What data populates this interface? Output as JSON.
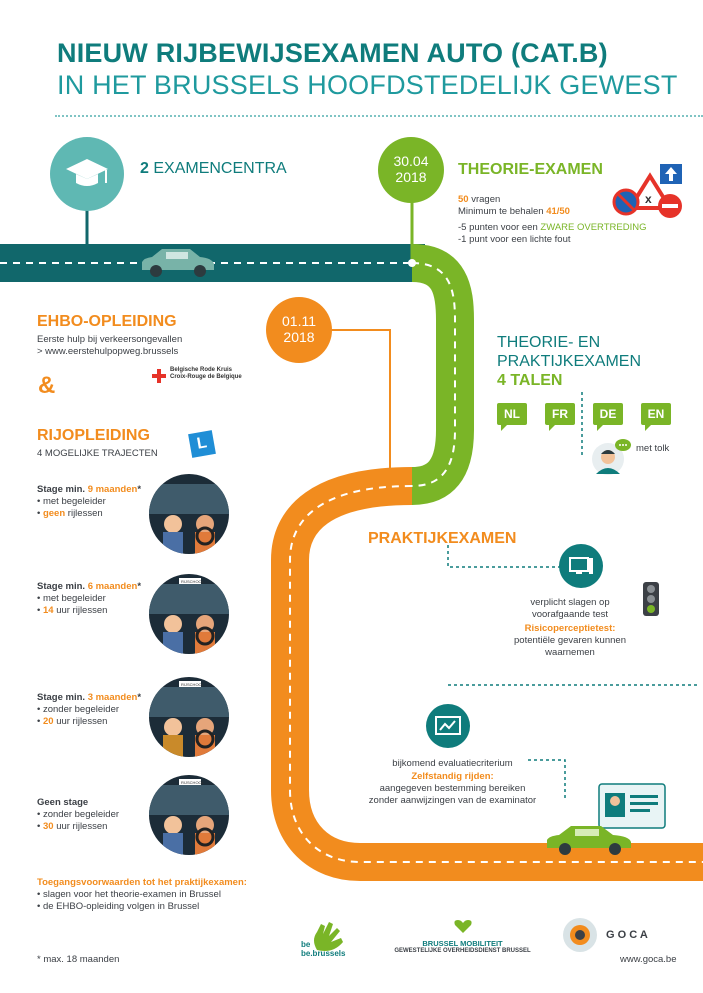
{
  "header": {
    "title": "NIEUW RIJBEWIJSEXAMEN AUTO (CAT.B)",
    "subtitle": "IN HET BRUSSELS HOOFDSTEDELIJK GEWEST"
  },
  "examcenters": {
    "count": "2",
    "label": "EXAMENCENTRA"
  },
  "theory": {
    "date": "30.04",
    "year": "2018",
    "title": "THEORIE-EXAMEN",
    "q_num": "50",
    "q_label": "vragen",
    "min_label": "Minimum te behalen",
    "min_val": "41/50",
    "pen1_pre": "-5 punten voor een",
    "pen1_hl": "ZWARE OVERTREDING",
    "pen2": "-1 punt voor een lichte fout"
  },
  "ehbo": {
    "date": "01.11",
    "year": "2018",
    "title": "EHBO-OPLEIDING",
    "line1": "Eerste hulp bij verkeersongevallen",
    "line2": "> www.eerstehulpopweg.brussels",
    "redcross1": "Belgische Rode Kruis",
    "redcross2": "Croix-Rouge de Belgique",
    "amp": "&"
  },
  "languages": {
    "title1": "THEORIE- EN",
    "title2": "PRAKTIJKEXAMEN",
    "title3": "4 TALEN",
    "items": [
      "NL",
      "FR",
      "DE",
      "EN"
    ],
    "tolk": "met tolk"
  },
  "rijopleiding": {
    "title": "RIJOPLEIDING",
    "sub": "4 MOGELIJKE TRAJECTEN",
    "l_badge": "L",
    "tracks": [
      {
        "a": "Stage min.",
        "b": "9 maanden",
        "c": "*",
        "l1": "• met begeleider",
        "l2_hl": "geen",
        "l2": "rijlessen"
      },
      {
        "a": "Stage min.",
        "b": "6 maanden",
        "c": "*",
        "l1": "• met begeleider",
        "l2_hl": "14",
        "l2": "uur rijlessen"
      },
      {
        "a": "Stage min.",
        "b": "3 maanden",
        "c": "*",
        "l1": "• zonder begeleider",
        "l2_hl": "20",
        "l2": "uur rijlessen"
      },
      {
        "a": "Geen stage",
        "b": "",
        "c": "",
        "l1": "• zonder begeleider",
        "l2_hl": "30",
        "l2": "uur rijlessen"
      }
    ],
    "rijschool": "RIJSCHOOL"
  },
  "praktijk": {
    "title": "PRAKTIJKEXAMEN",
    "t1": "verplicht slagen op",
    "t2": "voorafgaande test",
    "risk_title": "Risicoperceptietest:",
    "risk1": "potentiële gevaren kunnen",
    "risk2": "waarnemen",
    "crit": "bijkomend evaluatiecriterium",
    "self_title": "Zelfstandig rijden:",
    "self1": "aangegeven bestemming bereiken",
    "self2": "zonder aanwijzingen van de examinator"
  },
  "access": {
    "title": "Toegangsvoorwaarden tot het praktijkexamen:",
    "i1": "• slagen voor het theorie-examen in Brussel",
    "i2": "• de EHBO-opleiding volgen in Brussel"
  },
  "footer": {
    "note": "* max. 18 maanden",
    "be1": "be",
    "be2": "be.brussels",
    "bm1": "BRUSSEL MOBILITEIT",
    "bm2": "GEWESTELIJKE OVERHEIDSDIENST BRUSSEL",
    "goca": "G O C A",
    "url": "www.goca.be"
  },
  "colors": {
    "teal": "#0f7c7c",
    "green": "#7ab527",
    "orange": "#f28c1e",
    "road_teal": "#11676b"
  }
}
